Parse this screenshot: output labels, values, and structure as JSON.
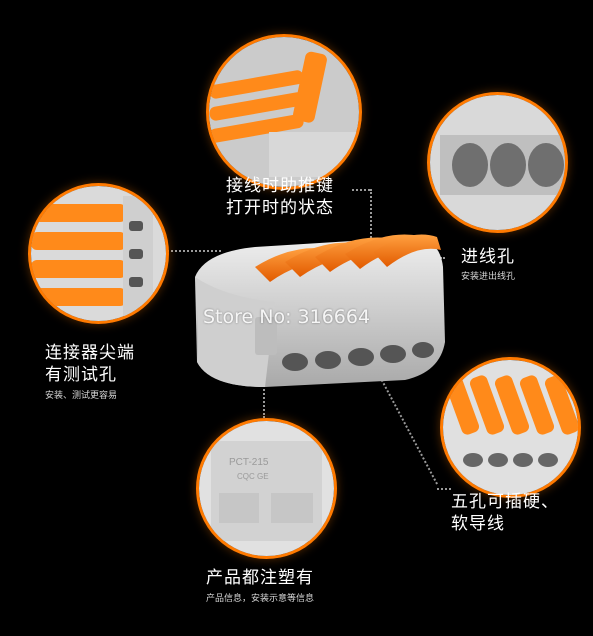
{
  "watermark": "Store No: 316664",
  "callouts": {
    "lever_open": {
      "title_line1": "接线时助推键",
      "title_line2": "打开时的状态"
    },
    "inlet": {
      "title": "进线孔",
      "subtitle": "安装进出线孔"
    },
    "test_hole": {
      "title_line1": "连接器尖端",
      "title_line2": "有测试孔",
      "subtitle": "安装、测试更容易"
    },
    "five_holes": {
      "title_line1": "五孔可插硬、",
      "title_line2": "软导线"
    },
    "labeling": {
      "title": "产品都注塑有",
      "subtitle": "产品信息，安装示意等信息",
      "engraved_text_1": "PCT-215",
      "engraved_text_2": "CQC GE"
    }
  },
  "colors": {
    "background": "#000000",
    "accent_orange": "#ff7a00",
    "housing_grey": "#d6d6d6"
  }
}
